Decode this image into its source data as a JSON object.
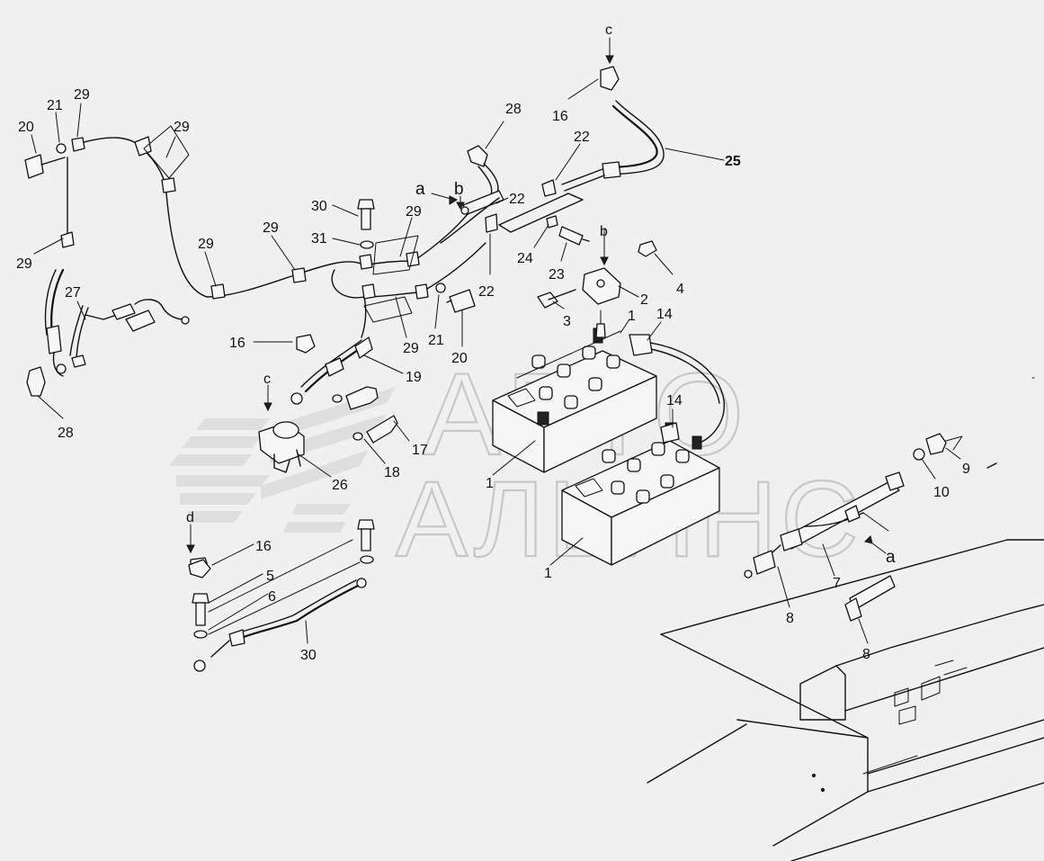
{
  "watermark": {
    "line1": "АВТО",
    "line2": "АЛЬЯНС"
  },
  "labels": [
    {
      "id": "c-top",
      "text": "c"
    },
    {
      "id": "16-top",
      "text": "16"
    },
    {
      "id": "25",
      "text": "25"
    },
    {
      "id": "28-top",
      "text": "28"
    },
    {
      "id": "22-top",
      "text": "22"
    },
    {
      "id": "a-top",
      "text": "a"
    },
    {
      "id": "b-top",
      "text": "b"
    },
    {
      "id": "22-mid",
      "text": "22"
    },
    {
      "id": "22-low",
      "text": "22"
    },
    {
      "id": "24",
      "text": "24"
    },
    {
      "id": "23",
      "text": "23"
    },
    {
      "id": "b-right",
      "text": "b"
    },
    {
      "id": "4",
      "text": "4"
    },
    {
      "id": "2",
      "text": "2"
    },
    {
      "id": "3",
      "text": "3"
    },
    {
      "id": "1-top",
      "text": "1"
    },
    {
      "id": "14-top",
      "text": "14"
    },
    {
      "id": "14-mid",
      "text": "14"
    },
    {
      "id": "20-left",
      "text": "20"
    },
    {
      "id": "21-left",
      "text": "21"
    },
    {
      "id": "29-a",
      "text": "29"
    },
    {
      "id": "29-b",
      "text": "29"
    },
    {
      "id": "29-c",
      "text": "29"
    },
    {
      "id": "29-d",
      "text": "29"
    },
    {
      "id": "29-e",
      "text": "29"
    },
    {
      "id": "29-f",
      "text": "29"
    },
    {
      "id": "29-g",
      "text": "29"
    },
    {
      "id": "30-top",
      "text": "30"
    },
    {
      "id": "31",
      "text": "31"
    },
    {
      "id": "21-mid",
      "text": "21"
    },
    {
      "id": "20-mid",
      "text": "20"
    },
    {
      "id": "27",
      "text": "27"
    },
    {
      "id": "16-left",
      "text": "16"
    },
    {
      "id": "19",
      "text": "19"
    },
    {
      "id": "28-left",
      "text": "28"
    },
    {
      "id": "c-left",
      "text": "c"
    },
    {
      "id": "26",
      "text": "26"
    },
    {
      "id": "17",
      "text": "17"
    },
    {
      "id": "18",
      "text": "18"
    },
    {
      "id": "1-mid",
      "text": "1"
    },
    {
      "id": "1-low",
      "text": "1"
    },
    {
      "id": "d",
      "text": "d"
    },
    {
      "id": "16-low",
      "text": "16"
    },
    {
      "id": "5",
      "text": "5"
    },
    {
      "id": "6",
      "text": "6"
    },
    {
      "id": "30-low",
      "text": "30"
    },
    {
      "id": "9",
      "text": "9"
    },
    {
      "id": "10",
      "text": "10"
    },
    {
      "id": "a-right",
      "text": "a"
    },
    {
      "id": "7",
      "text": "7"
    },
    {
      "id": "8-left",
      "text": "8"
    },
    {
      "id": "8-right",
      "text": "8"
    }
  ]
}
